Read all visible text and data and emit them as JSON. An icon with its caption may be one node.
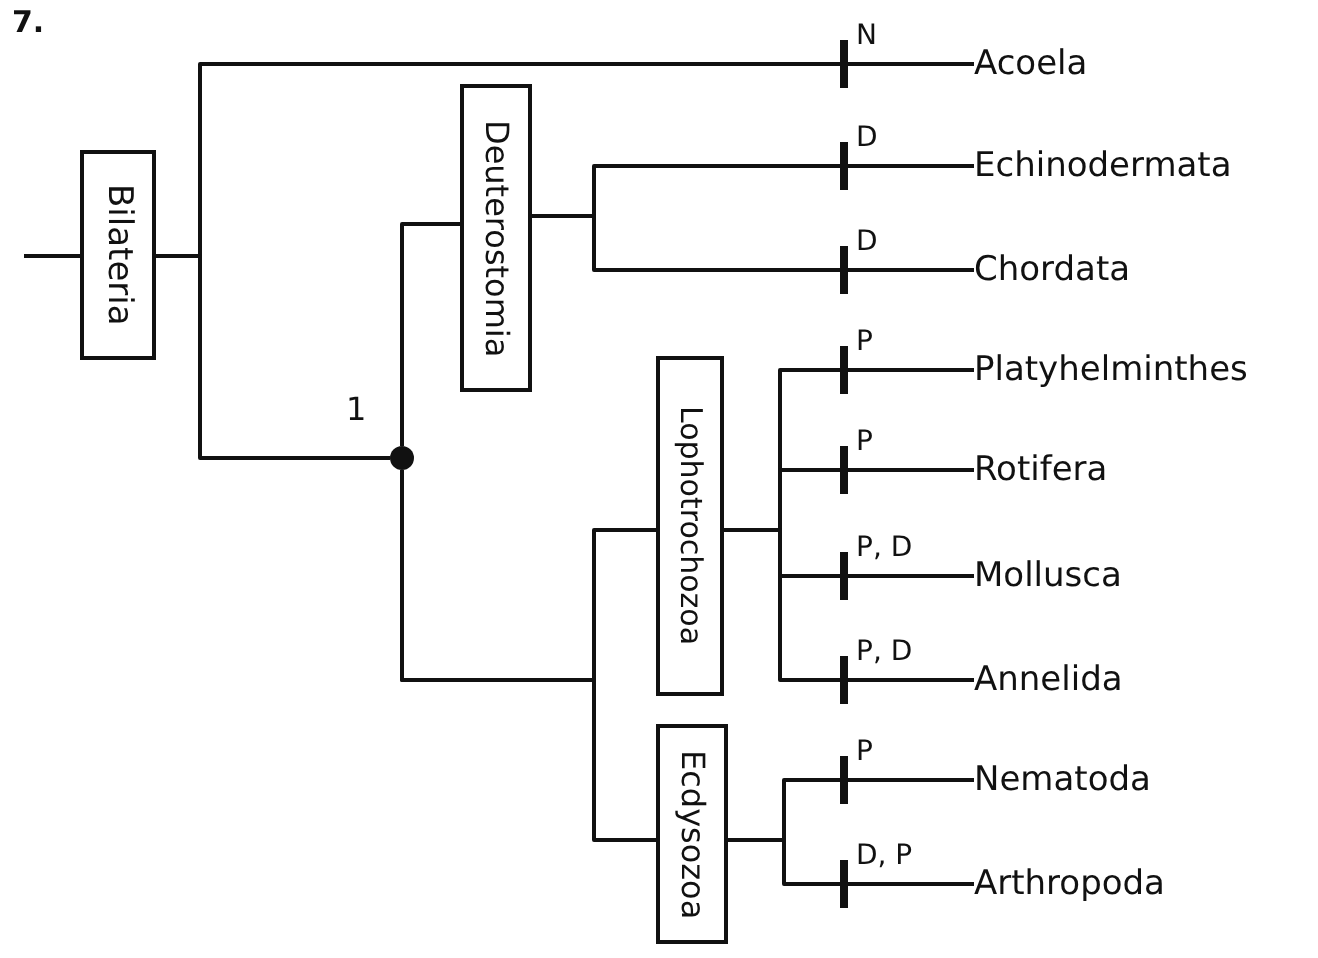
{
  "diagram": {
    "nodes": [
      {
        "text": [
          "Bilateria"
        ]
      },
      {
        "text": [
          "Deuterostomia"
        ]
      },
      {
        "text": [],
        "shape": "circle",
        "beside": [
          "1"
        ]
      },
      {
        "text": [
          "Lophotrochozoa"
        ]
      },
      {
        "text": [
          "Ecdysozoa"
        ]
      },
      {
        "text": [
          "Acoela"
        ]
      },
      {
        "text": [
          "Echinodermata"
        ]
      },
      {
        "text": [
          "Chordata"
        ]
      },
      {
        "text": [
          "Platyhelminthes"
        ]
      },
      {
        "text": [
          "Rotifera"
        ]
      },
      {
        "text": [
          "Mollusca"
        ]
      },
      {
        "text": [
          "Annelida"
        ]
      },
      {
        "text": [
          "Nematoda"
        ]
      },
      {
        "text": [
          "Arthropoda"
        ]
      }
    ],
    "edges": [
      {
        "from": null,
        "to": 0,
        "arrow": "none"
      },
      {
        "from": 0,
        "to": 5,
        "arrow": "none",
        "label": "N"
      },
      {
        "from": 0,
        "to": 2,
        "arrow": "none"
      },
      {
        "from": 2,
        "to": 1,
        "arrow": "none"
      },
      {
        "from": 1,
        "to": 6,
        "arrow": "none",
        "label": "D"
      },
      {
        "from": 1,
        "to": 7,
        "arrow": "none",
        "label": "D"
      },
      {
        "from": 2,
        "to": 3,
        "arrow": "none"
      },
      {
        "from": 2,
        "to": 4,
        "arrow": "none"
      },
      {
        "from": 3,
        "to": 8,
        "arrow": "none",
        "label": "P"
      },
      {
        "from": 3,
        "to": 9,
        "arrow": "none",
        "label": "P"
      },
      {
        "from": 3,
        "to": 10,
        "arrow": "none",
        "label": "P, D"
      },
      {
        "from": 3,
        "to": 11,
        "arrow": "none",
        "label": "P, D"
      },
      {
        "from": 4,
        "to": 12,
        "arrow": "none",
        "label": "P"
      },
      {
        "from": 4,
        "to": 13,
        "arrow": "none",
        "label": "D, P"
      }
    ],
    "labels": [
      "7."
    ]
  }
}
